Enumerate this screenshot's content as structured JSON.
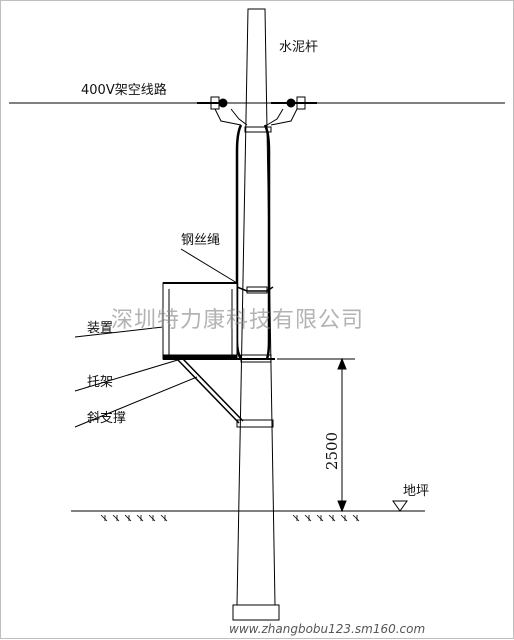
{
  "labels": {
    "pole": "水泥杆",
    "line": "400V架空线路",
    "wire_rope": "钢丝绳",
    "device": "装置",
    "bracket": "托架",
    "brace": "斜支撑",
    "ground": "地坪",
    "height": "2500"
  },
  "watermark": {
    "company": "深圳特力康科技有限公司",
    "url": "www.zhangbobu123.sm160.com"
  },
  "colors": {
    "line": "#000000",
    "watermark": "#8a8a8a"
  }
}
